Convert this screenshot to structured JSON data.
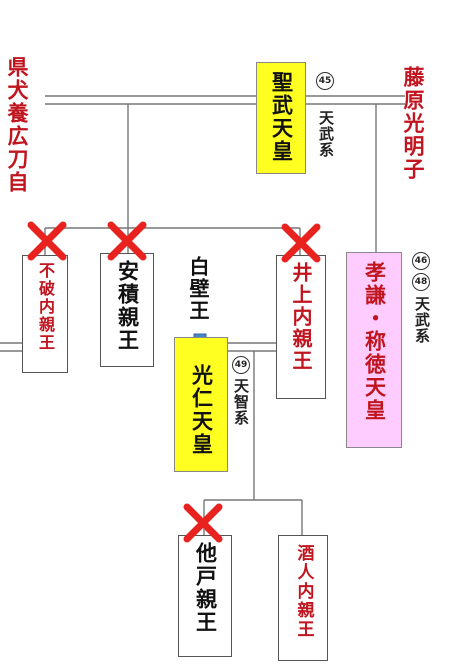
{
  "people": {
    "agatamo": "県犬養広刀自",
    "shomu": "聖武天皇",
    "fujiwara": "藤原光明子",
    "fuwa": "不破内親王",
    "asaka": "安積親王",
    "inoue": "井上内親王",
    "koken": "孝謙・称徳天皇",
    "shirakabe": "白壁王",
    "konin": "光仁天皇",
    "osabe": "他戸親王",
    "sakahito": "酒人内親王"
  },
  "numbers": {
    "shomu": "45",
    "koken_a": "46",
    "koken_b": "48",
    "konin": "49"
  },
  "lineage": {
    "tenmu_1": "天武系",
    "tenmu_2": "天武系",
    "tenji": "天智系"
  },
  "colors": {
    "red_text": "#c0141e",
    "emperor_fill": "#ffff22",
    "empress_fill": "#ffccff",
    "cross": "#e8231f",
    "arrow": "#4a86c8"
  },
  "icons": {
    "cross": "cross-mark-icon",
    "arrow": "arrow-down-icon"
  }
}
